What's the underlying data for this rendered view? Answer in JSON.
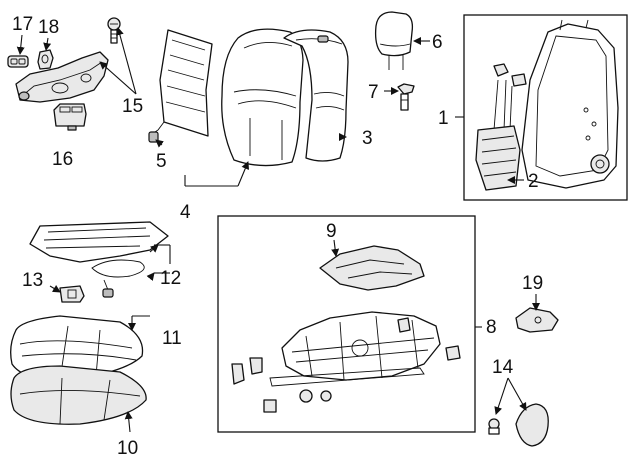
{
  "callouts": [
    {
      "id": "1",
      "text": "1"
    },
    {
      "id": "2",
      "text": "2"
    },
    {
      "id": "3",
      "text": "3"
    },
    {
      "id": "4",
      "text": "4"
    },
    {
      "id": "5",
      "text": "5"
    },
    {
      "id": "6",
      "text": "6"
    },
    {
      "id": "7",
      "text": "7"
    },
    {
      "id": "8",
      "text": "8"
    },
    {
      "id": "9",
      "text": "9"
    },
    {
      "id": "10",
      "text": "10"
    },
    {
      "id": "11",
      "text": "11"
    },
    {
      "id": "12",
      "text": "12"
    },
    {
      "id": "13",
      "text": "13"
    },
    {
      "id": "14",
      "text": "14"
    },
    {
      "id": "15",
      "text": "15"
    },
    {
      "id": "16",
      "text": "16"
    },
    {
      "id": "17",
      "text": "17"
    },
    {
      "id": "18",
      "text": "18"
    },
    {
      "id": "19",
      "text": "19"
    }
  ],
  "colors": {
    "line": "#111111",
    "background": "#ffffff",
    "shade": "#e9e9e9"
  }
}
